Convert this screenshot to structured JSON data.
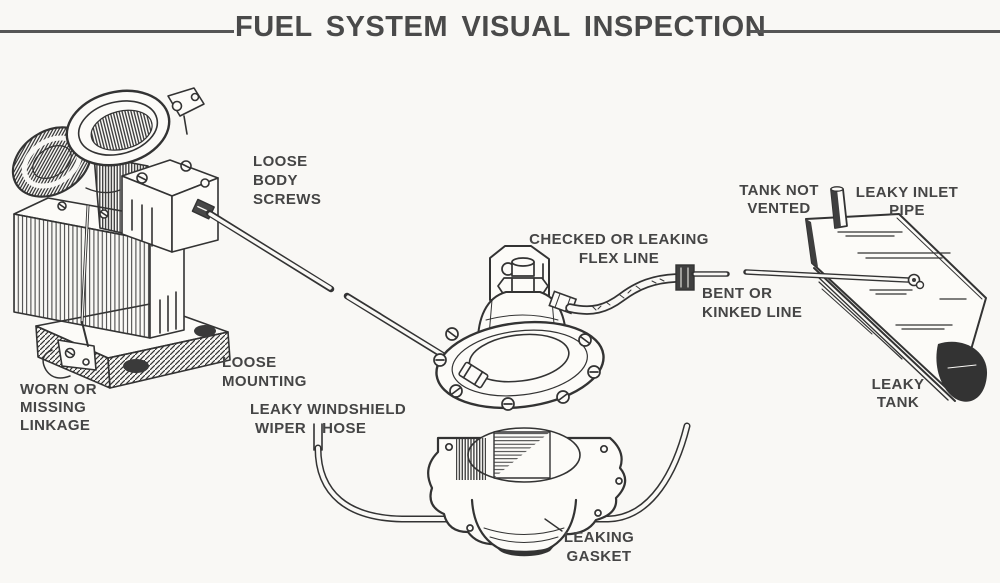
{
  "page": {
    "background_color": "#f9f8f5",
    "ink_color": "#333333",
    "label_color": "#454545",
    "title_color": "#4a4a4a"
  },
  "title": {
    "text": "FUEL SYSTEM VISUAL INSPECTION"
  },
  "labels": {
    "loose_body_screws": {
      "lines": [
        "LOOSE",
        "BODY",
        "SCREWS"
      ]
    },
    "worn_missing_linkage": {
      "lines": [
        "WORN OR",
        "MISSING",
        "LINKAGE"
      ]
    },
    "loose_mounting": {
      "lines": [
        "LOOSE",
        "MOUNTING"
      ]
    },
    "leaky_wiper_hose": {
      "lines": [
        "LEAKY WINDSHIELD",
        "WIPER",
        "HOSE"
      ]
    },
    "checked_flex_line": {
      "lines": [
        "CHECKED OR LEAKING",
        "FLEX LINE"
      ]
    },
    "bent_kinked_line": {
      "lines": [
        "BENT OR",
        "KINKED LINE"
      ]
    },
    "leaking_gasket": {
      "lines": [
        "LEAKING",
        "GASKET"
      ]
    },
    "tank_not_vented": {
      "lines": [
        "TANK NOT",
        "VENTED"
      ]
    },
    "leaky_inlet_pipe": {
      "lines": [
        "LEAKY INLET",
        "PIPE"
      ]
    },
    "leaky_tank": {
      "lines": [
        "LEAKY",
        "TANK"
      ]
    }
  },
  "diagram": {
    "parts": [
      "carburetor",
      "fuel-pump",
      "sediment-bowl",
      "fuel-tank",
      "fuel-line-broken",
      "flex-line",
      "windshield-wiper-hose",
      "vent-pipe",
      "tank-inlet-fitting",
      "leak-stain"
    ]
  }
}
